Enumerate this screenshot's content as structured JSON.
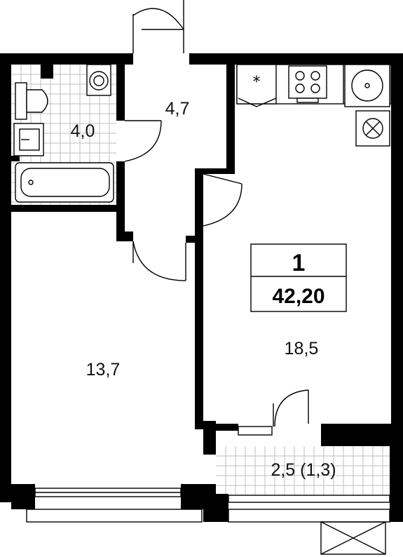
{
  "apartment": {
    "rooms_count": "1",
    "total_area": "42,20"
  },
  "rooms": {
    "bathroom": "4,0",
    "hall": "4,7",
    "bedroom": "13,7",
    "kitchen_living": "18,5",
    "balcony": "2,5 (1,3)"
  },
  "colors": {
    "wall": "#000000",
    "tile_grid": "#bfbfbf",
    "text": "#111111"
  },
  "icons": [
    "toilet-icon",
    "sink-icon",
    "bathtub-icon",
    "fridge-icon",
    "stove-icon",
    "kitchen-sink-icon",
    "hood-icon",
    "ventilation-shaft-icon"
  ]
}
